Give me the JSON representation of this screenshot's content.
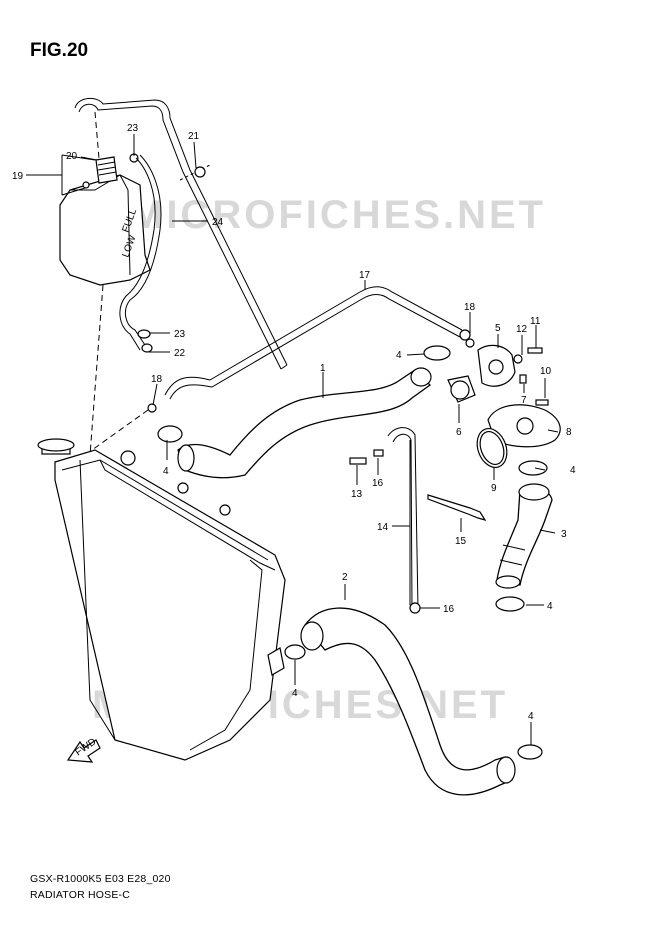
{
  "figure_title": "FIG.20",
  "footer": {
    "model_code": "GSX-R1000K5 E03 E28_020",
    "section_title": "RADIATOR HOSE-C"
  },
  "watermark": "MICROFICHES.NET",
  "tank_labels": {
    "full": "FULL",
    "low": "LOW"
  },
  "fwd_label": "FWD",
  "callouts": [
    "1",
    "2",
    "3",
    "4",
    "4",
    "4",
    "4",
    "4",
    "4",
    "5",
    "6",
    "7",
    "8",
    "9",
    "10",
    "11",
    "12",
    "13",
    "14",
    "15",
    "16",
    "16",
    "17",
    "18",
    "18",
    "19",
    "20",
    "21",
    "22",
    "23",
    "23",
    "24"
  ]
}
